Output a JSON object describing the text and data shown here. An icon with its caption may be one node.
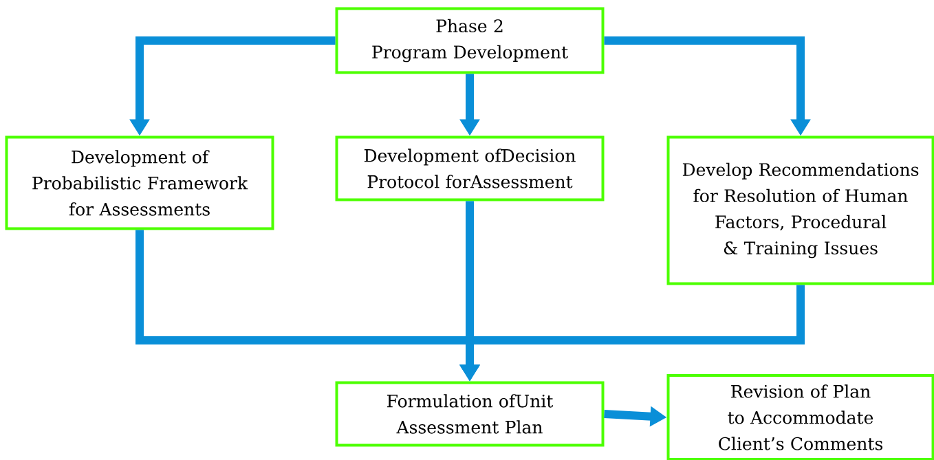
{
  "diagram": {
    "nodes": [
      {
        "text": [
          "Phase 2",
          "Program Development"
        ]
      },
      {
        "text": [
          "Development of Probabilistic Framework for Assessments"
        ]
      },
      {
        "text": [
          "Development ofDecision Protocol forAssessment"
        ]
      },
      {
        "text": [
          "Develop Recommendations for Resolution of Human Factors, Procedural & Training Issues"
        ]
      },
      {
        "text": [
          "Formulation ofUnit Assessment Plan"
        ]
      },
      {
        "text": [
          "Revision of Plan to Accommodate Client’s Comments"
        ]
      }
    ],
    "edges": [
      {
        "from": 0,
        "to": 1,
        "arrow": "to"
      },
      {
        "from": 0,
        "to": 2,
        "arrow": "to"
      },
      {
        "from": 0,
        "to": 3,
        "arrow": "to"
      },
      {
        "from": 1,
        "to": 4,
        "arrow": "to"
      },
      {
        "from": 2,
        "to": 4,
        "arrow": "to"
      },
      {
        "from": 3,
        "to": 4,
        "arrow": "to"
      },
      {
        "from": 4,
        "to": 5,
        "arrow": "to"
      }
    ]
  }
}
